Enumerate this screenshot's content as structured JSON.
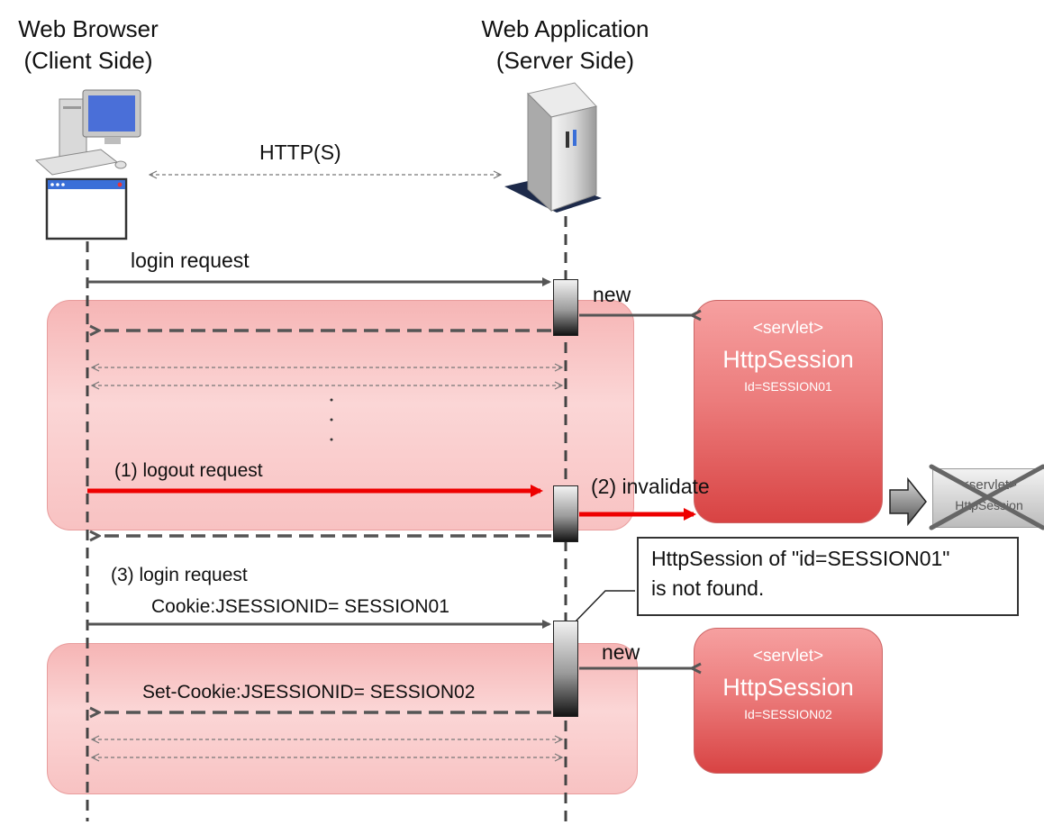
{
  "actors": {
    "browser": {
      "line1": "Web Browser",
      "line2": "(Client Side)"
    },
    "server": {
      "line1": "Web Application",
      "line2": "(Server Side)"
    }
  },
  "protocol_label": "HTTP(S)",
  "messages": {
    "login_request": "login request",
    "new_1": "new",
    "logout_request": "(1)  logout request",
    "invalidate": "(2) invalidate",
    "login_request_3": "(3)  login request",
    "cookie": "Cookie:JSESSIONID= SESSION01",
    "new_2": "new",
    "set_cookie": "Set-Cookie:JSESSIONID= SESSION02"
  },
  "sessions": [
    {
      "stereotype": "<servlet>",
      "name": "HttpSession",
      "id": "Id=SESSION01"
    },
    {
      "stereotype": "<servlet>",
      "name": "HttpSession",
      "id": "Id=SESSION02"
    }
  ],
  "invalidated_session": {
    "stereotype": "<servlet>",
    "name": "HttpSession"
  },
  "note": {
    "line1": "HttpSession of \"id=SESSION01\"",
    "line2": "is not found."
  },
  "colors": {
    "highlight_arrow": "#ee0000",
    "arrow": "#555555",
    "box_fill": "#f9c8c8",
    "session_fill": "#e05a5a"
  },
  "icons": {
    "browser_actor": "desktop-computer-icon",
    "browser_window": "browser-window-icon",
    "server_actor": "server-tower-icon",
    "transition": "right-block-arrow-icon",
    "destroyed": "x-cross-icon"
  }
}
